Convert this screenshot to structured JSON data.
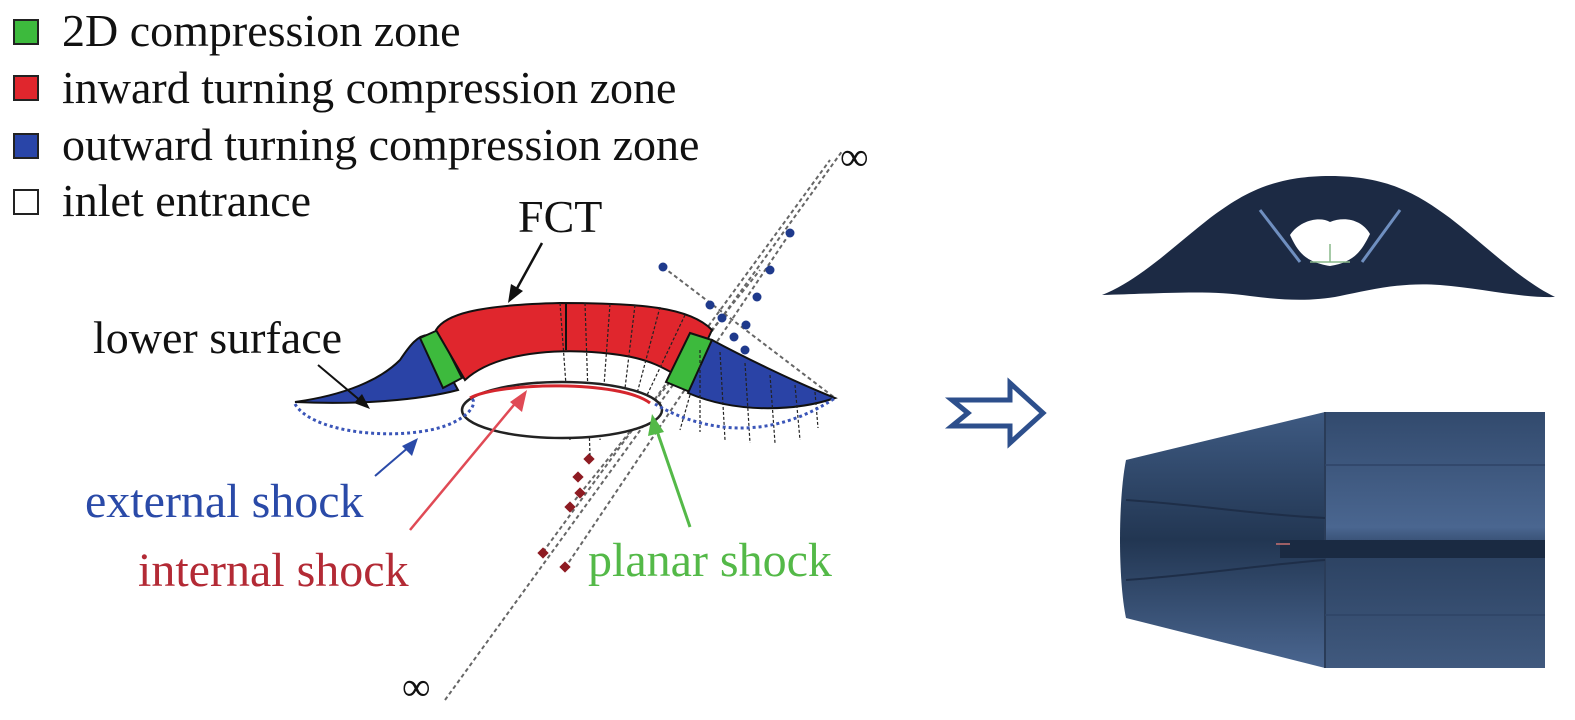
{
  "legend": {
    "items": [
      {
        "label": "2D compression zone",
        "color": "#3dba3d"
      },
      {
        "label": "inward turning compression zone",
        "color": "#e0262d"
      },
      {
        "label": "outward turning compression zone",
        "color": "#2945a8"
      },
      {
        "label": "inlet entrance",
        "color": "#ffffff"
      }
    ]
  },
  "labels": {
    "fct": "FCT",
    "lower_surface": "lower surface",
    "external_shock": "external shock",
    "internal_shock": "internal shock",
    "planar_shock": "planar shock",
    "infinity_top": "∞",
    "infinity_bottom": "∞"
  },
  "colors": {
    "external_shock": "#2a4aa8",
    "internal_shock": "#b32a35",
    "planar_shock": "#54b948",
    "model_dark": "#1c2a44",
    "model_body": "#3c5677",
    "arrow": "#2d4f8c"
  },
  "icons": {
    "transition_arrow": "hollow-right-arrow-icon"
  }
}
